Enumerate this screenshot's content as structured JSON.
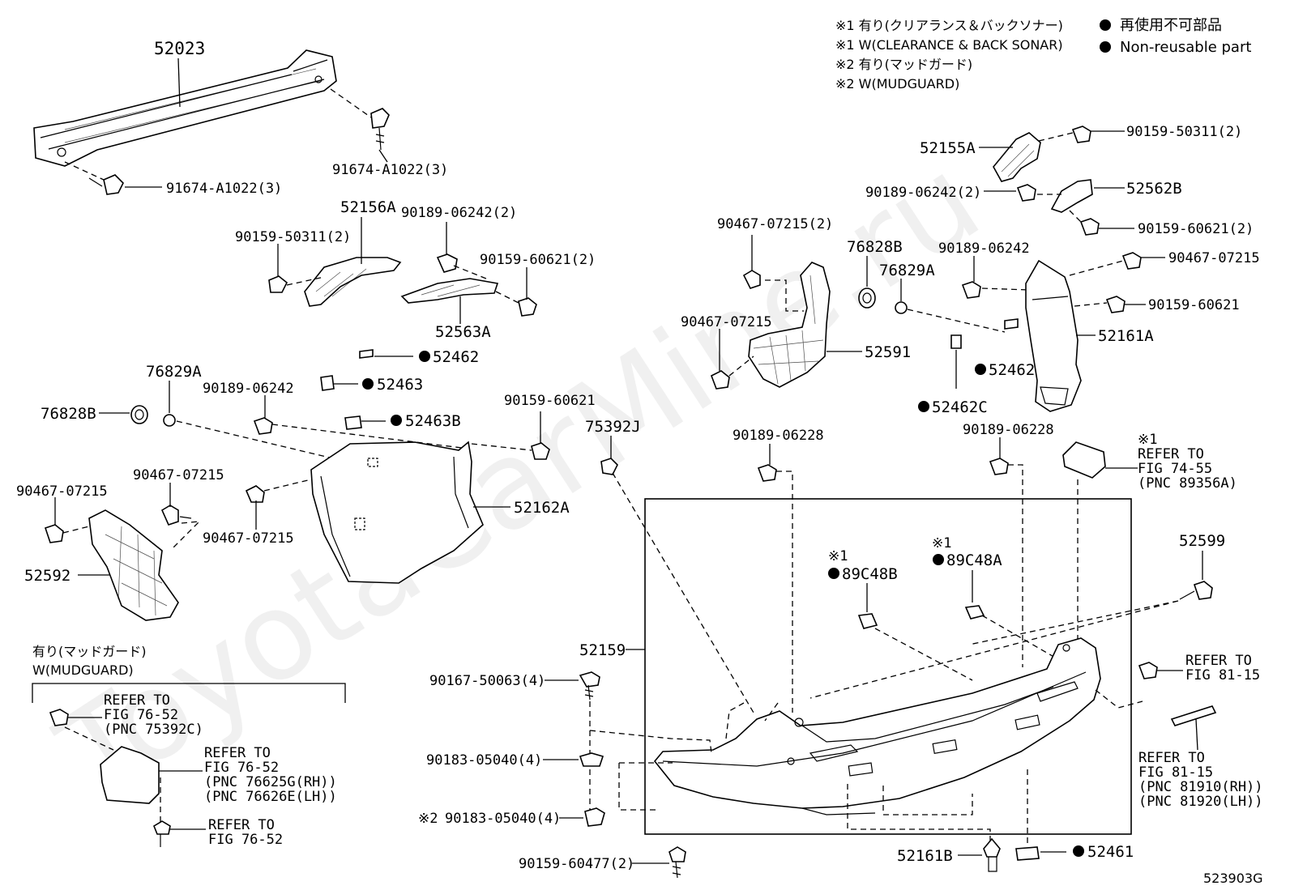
{
  "legend": {
    "lines": [
      "※1 有り(クリアランス＆バックソナー)",
      "※1 W(CLEARANCE & BACK SONAR)",
      "※2 有り(マッドガード)",
      "※2 W(MUDGUARD)"
    ],
    "non_reusable_jp": "再使用不可部品",
    "non_reusable_en": "Non-reusable part"
  },
  "watermark": "ToyotaCarMine.ru",
  "diagram_id": "523903G",
  "mudguard_box": {
    "title_jp": "有り(マッドガード)",
    "title_en": "W(MUDGUARD)",
    "ref1": [
      "REFER TO",
      "FIG 76-52",
      "(PNC 75392C)"
    ],
    "ref2": [
      "REFER TO",
      "FIG 76-52",
      "(PNC 76625G(RH))",
      "(PNC 76626E(LH))"
    ],
    "ref3": [
      "REFER TO",
      "FIG 76-52"
    ]
  },
  "refs": {
    "sonar": [
      "※1",
      "REFER TO",
      "FIG 74-55",
      "(PNC 89356A)"
    ],
    "fig81a": [
      "REFER TO",
      "FIG 81-15"
    ],
    "fig81b": [
      "REFER TO",
      "FIG 81-15",
      "(PNC 81910(RH))",
      "(PNC 81920(LH))"
    ]
  },
  "labels": {
    "p52023": "52023",
    "p91674_top": "91674-A1022(3)",
    "p91674_left": "91674-A1022(3)",
    "p52156A": "52156A",
    "p90189_a": "90189-06242(2)",
    "p90159_50311_l": "90159-50311(2)",
    "p90159_60621_l": "90159-60621(2)",
    "p52563A": "52563A",
    "p52462_l": "52462",
    "p52463": "52463",
    "p52463B": "52463B",
    "p76829A_l": "76829A",
    "p90189_b": "90189-06242",
    "p76828B_l": "76828B",
    "p90159_60621_m": "90159-60621",
    "p52162A": "52162A",
    "p90467_l1": "90467-07215",
    "p90467_l2": "90467-07215",
    "p90467_l3": "90467-07215",
    "p52592": "52592",
    "p75392J": "75392J",
    "p90467_2": "90467-07215(2)",
    "p76828B_r": "76828B",
    "p76829A_r": "76829A",
    "p90467_r1": "90467-07215",
    "p52591": "52591",
    "p90189_r": "90189-06242",
    "p52462_r": "52462",
    "p52462C": "52462C",
    "p52155A": "52155A",
    "p90159_50311_r": "90159-50311(2)",
    "p90189_c": "90189-06242(2)",
    "p52562B": "52562B",
    "p90159_60621_r": "90159-60621(2)",
    "p90467_r2": "90467-07215",
    "p90159_60621_r2": "90159-60621",
    "p52161A": "52161A",
    "p90189_06228_l": "90189-06228",
    "p90189_06228_r": "90189-06228",
    "p52599": "52599",
    "p89C48B": "89C48B",
    "p89C48A": "89C48A",
    "note1_b": "※1",
    "note1_a": "※1",
    "p52159": "52159",
    "p90167": "90167-50063(4)",
    "p90183": "90183-05040(4)",
    "p90183_2": "90183-05040(4)",
    "note2": "※2",
    "p90159_60477": "90159-60477(2)",
    "p52161B": "52161B",
    "p52461": "52461"
  }
}
